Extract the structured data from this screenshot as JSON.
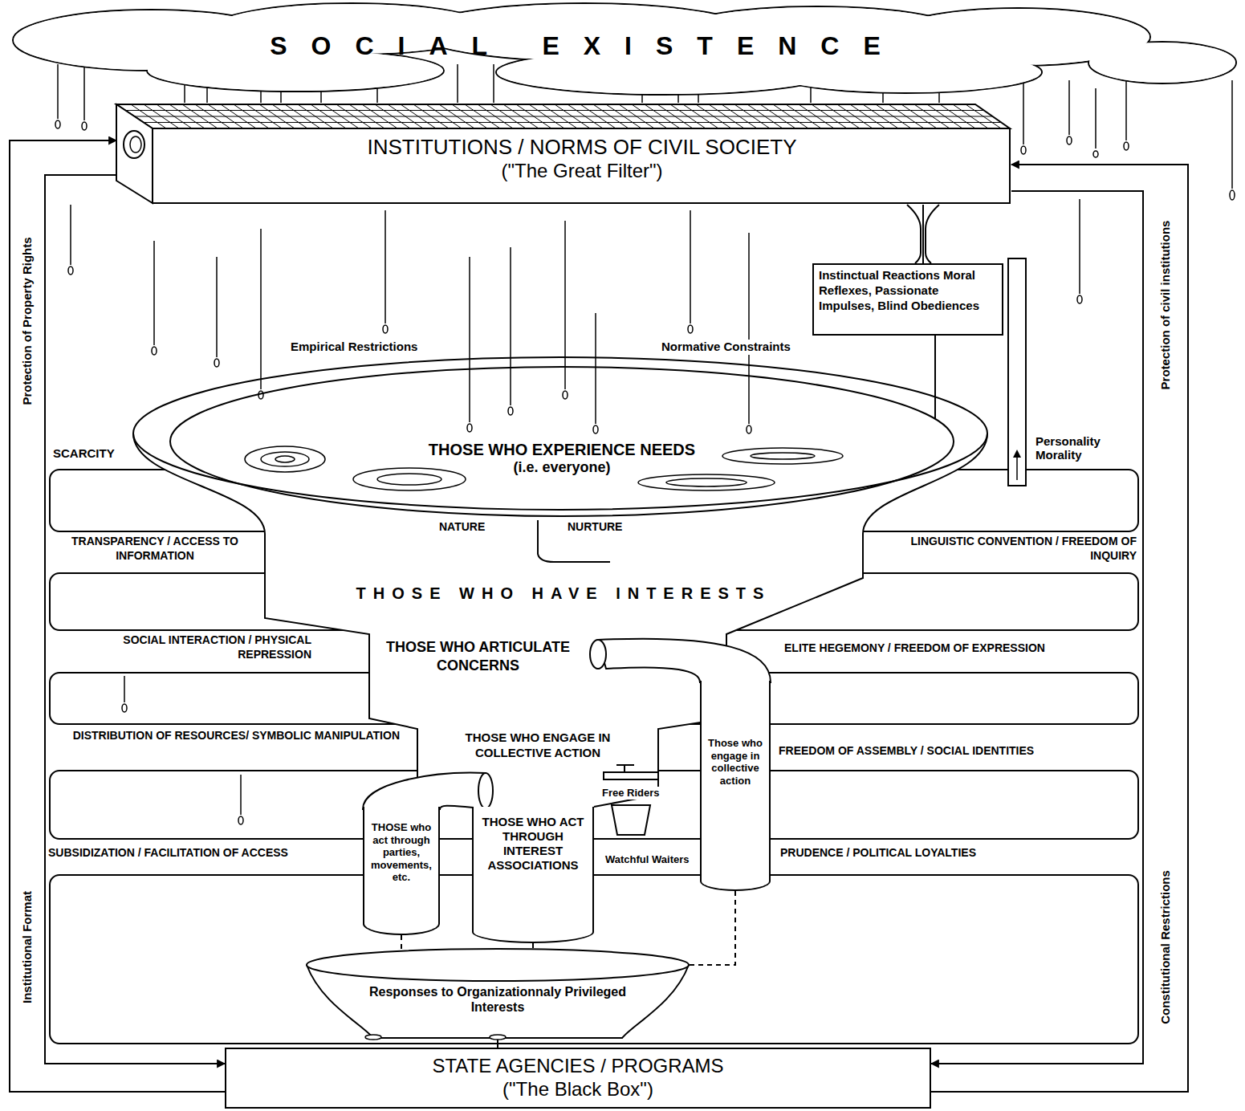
{
  "diagram": {
    "nodes": [
      {
        "text": [
          "SOCIAL EXISTENCE"
        ]
      },
      {
        "text": [
          "INSTITUTIONS / NORMS OF CIVIL SOCIETY",
          "(\"The Great Filter\")"
        ]
      },
      {
        "text": [
          "Instinctual Reactions Moral Reflexes, Passionate Impulses, Blind Obediences"
        ]
      },
      {
        "text": [
          "THOSE WHO EXPERIENCE NEEDS",
          "(i.e. everyone)"
        ]
      },
      {
        "text": [
          "THOSE who act through parties, movements, etc."
        ]
      },
      {
        "text": [
          "THOSE WHO ACT THROUGH INTEREST ASSOCIATIONS"
        ]
      },
      {
        "text": [
          "Those who engage in collective action"
        ]
      },
      {
        "text": [
          "Responses to Organizationnaly Privileged Interests"
        ]
      },
      {
        "text": [
          "STATE AGENCIES / PROGRAMS",
          "(\"The Black Box\")"
        ]
      }
    ],
    "edges": [
      {
        "from": 1,
        "to": 2,
        "arrow": "none"
      },
      {
        "from": 2,
        "to": 3,
        "arrow": "none"
      },
      {
        "from": 4,
        "to": 7,
        "arrow": "none"
      },
      {
        "from": 5,
        "to": 7,
        "arrow": "none"
      },
      {
        "from": 6,
        "to": 7,
        "arrow": "none"
      },
      {
        "from": 7,
        "to": 8,
        "arrow": "none"
      },
      {
        "from": 8,
        "to": 1,
        "label": "Protection of Property Rights",
        "arrow": "to"
      },
      {
        "from": 1,
        "to": 8,
        "label": "Institutional Format",
        "arrow": "to"
      },
      {
        "from": 8,
        "to": 1,
        "label": "Protection of civil institutions",
        "arrow": "to"
      },
      {
        "from": 1,
        "to": 8,
        "label": "Constitutional Restrictions",
        "arrow": "to"
      }
    ],
    "labels": [
      "Empirical Restrictions",
      "Normative Constraints",
      "SCARCITY",
      "Personality Morality",
      "NATURE",
      "NURTURE",
      "TRANSPARENCY / ACCESS TO INFORMATION",
      "LINGUISTIC CONVENTION / FREEDOM OF INQUIRY",
      "THOSE WHO HAVE INTERESTS",
      "SOCIAL INTERACTION / PHYSICAL REPRESSION",
      "THOSE WHO ARTICULATE CONCERNS",
      "ELITE HEGEMONY / FREEDOM OF EXPRESSION",
      "THOSE WHO ENGAGE IN COLLECTIVE ACTION",
      "DISTRIBUTION OF RESOURCES/ SYMBOLIC MANIPULATION",
      "FREEDOM OF ASSEMBLY / SOCIAL IDENTITIES",
      "Free Riders",
      "Watchful Waiters",
      "SUBSIDIZATION / FACILITATION OF ACCESS",
      "PRUDENCE / POLITICAL LOYALTIES"
    ]
  }
}
